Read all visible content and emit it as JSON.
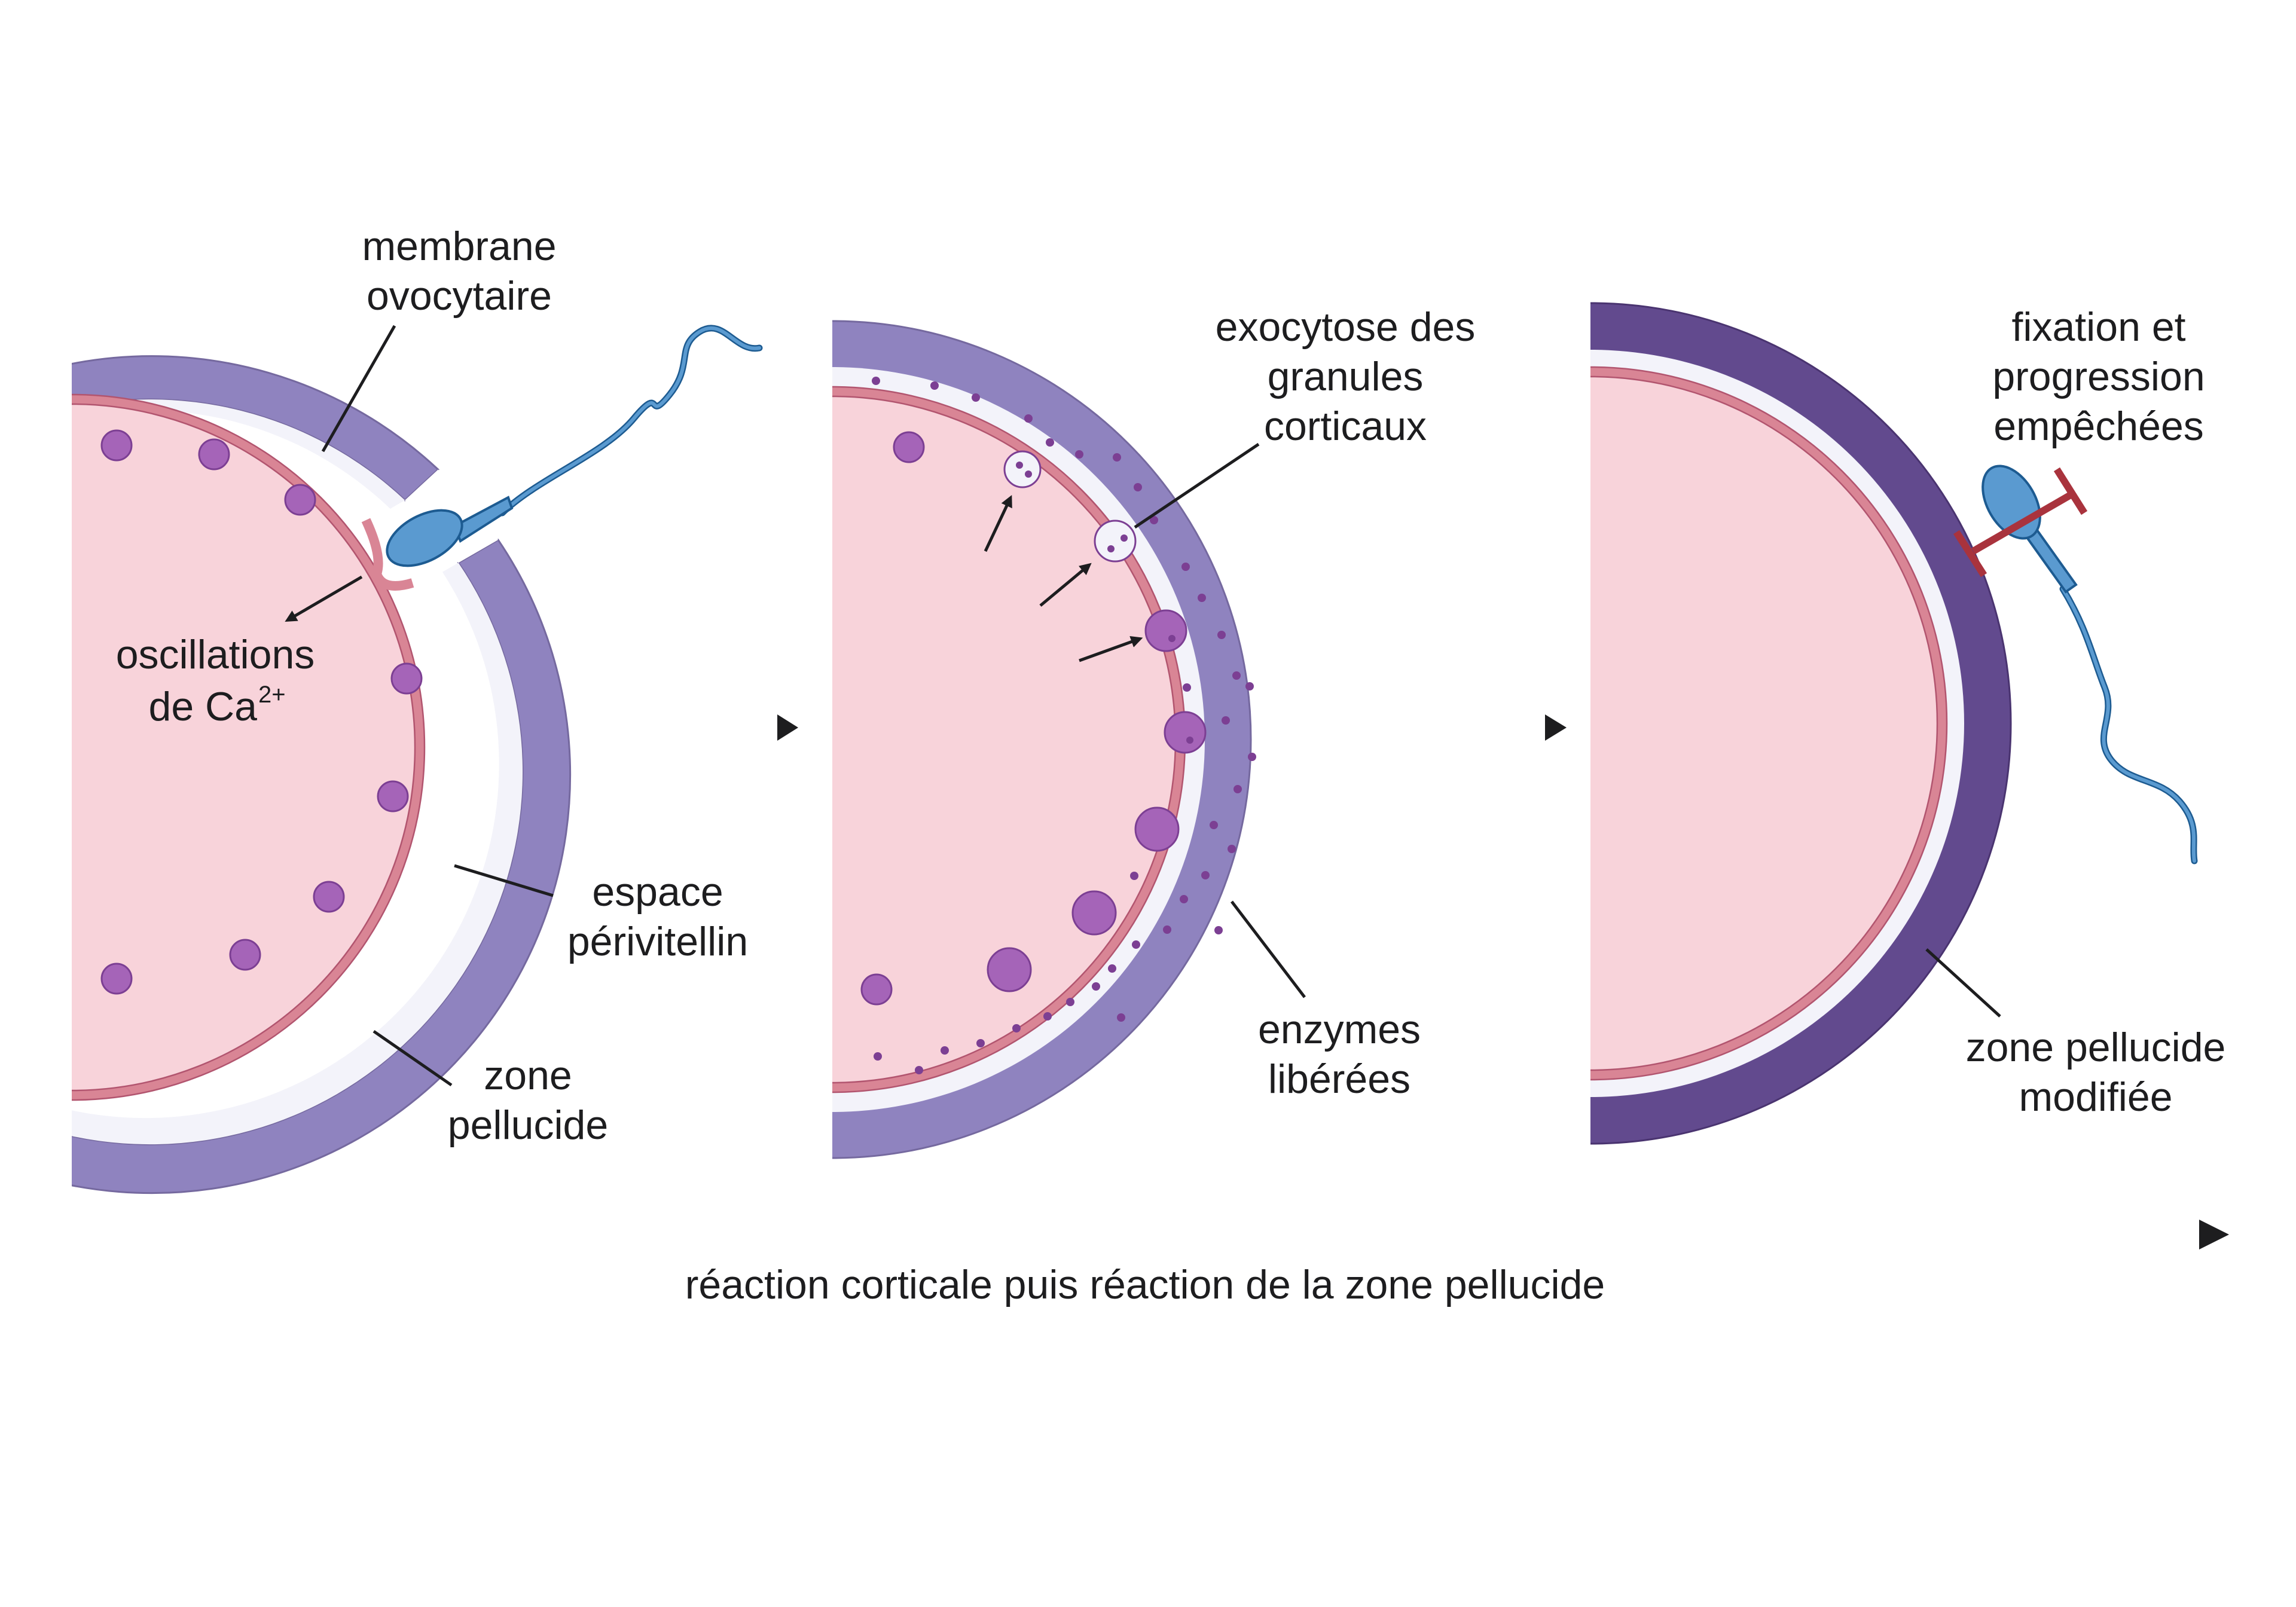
{
  "labels": {
    "oocyte_membrane": [
      "membrane",
      "ovocytaire"
    ],
    "calcium_oscillations": [
      "oscillations",
      "de Ca"
    ],
    "calcium_superscript": "2+",
    "perivitelline_space": [
      "espace",
      "périvitellin"
    ],
    "zona_pellucida": [
      "zone",
      "pellucide"
    ],
    "granule_exocytosis": [
      "exocytose des",
      "granules",
      "corticaux"
    ],
    "released_enzymes": [
      "enzymes",
      "libérées"
    ],
    "blocked_binding": [
      "fixation et",
      "progression",
      "empêchées"
    ],
    "modified_zona": [
      "zone pellucide",
      "modifiée"
    ]
  },
  "caption": "réaction corticale puis réaction de la zone pellucide",
  "colors": {
    "zona": "#8f83bf",
    "zona_modified": "#624a8e",
    "perivitelline": "#f3f3fa",
    "cytoplasm": "#f8d3da",
    "membrane": "#d98595",
    "membrane_edge": "#b2556f",
    "granule": "#a564b8",
    "granule_edge": "#7c3f93",
    "sperm": "#5a9ad0",
    "sperm_edge": "#1d5b91",
    "block_symbol": "#a9333d",
    "arrow": "#1d1d1f"
  }
}
